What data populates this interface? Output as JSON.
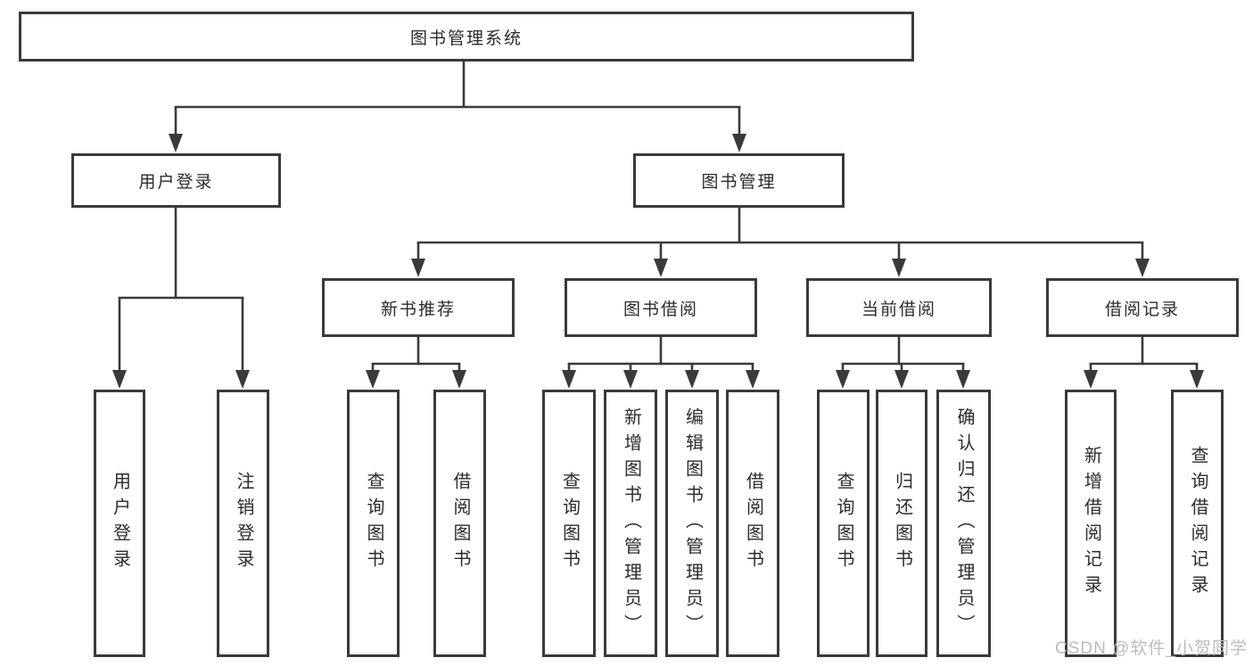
{
  "diagram": {
    "title": "图书管理系统",
    "type": "hierarchy-tree",
    "root": {
      "label": "图书管理系统",
      "children": [
        {
          "label": "用户登录",
          "children": [
            {
              "label": "用户登录"
            },
            {
              "label": "注销登录"
            }
          ]
        },
        {
          "label": "图书管理",
          "children": [
            {
              "label": "新书推荐",
              "children": [
                {
                  "label": "查询图书"
                },
                {
                  "label": "借阅图书"
                }
              ]
            },
            {
              "label": "图书借阅",
              "children": [
                {
                  "label": "查询图书"
                },
                {
                  "label": "新增图书（管理员）"
                },
                {
                  "label": "编辑图书（管理员）"
                },
                {
                  "label": "借阅图书"
                }
              ]
            },
            {
              "label": "当前借阅",
              "children": [
                {
                  "label": "查询图书"
                },
                {
                  "label": "归还图书"
                },
                {
                  "label": "确认归还（管理员）"
                }
              ]
            },
            {
              "label": "借阅记录",
              "children": [
                {
                  "label": "新增借阅记录"
                },
                {
                  "label": "查询借阅记录"
                }
              ]
            }
          ]
        }
      ]
    }
  },
  "watermark": {
    "text": "CSDN @软件_小贺同学"
  },
  "colors": {
    "line": "#3a3a3a",
    "box_border": "#3a3a3a",
    "box_fill": "#ffffff",
    "text": "#2b2b2b",
    "watermark": "#bcbcbc",
    "background": "#ffffff"
  }
}
